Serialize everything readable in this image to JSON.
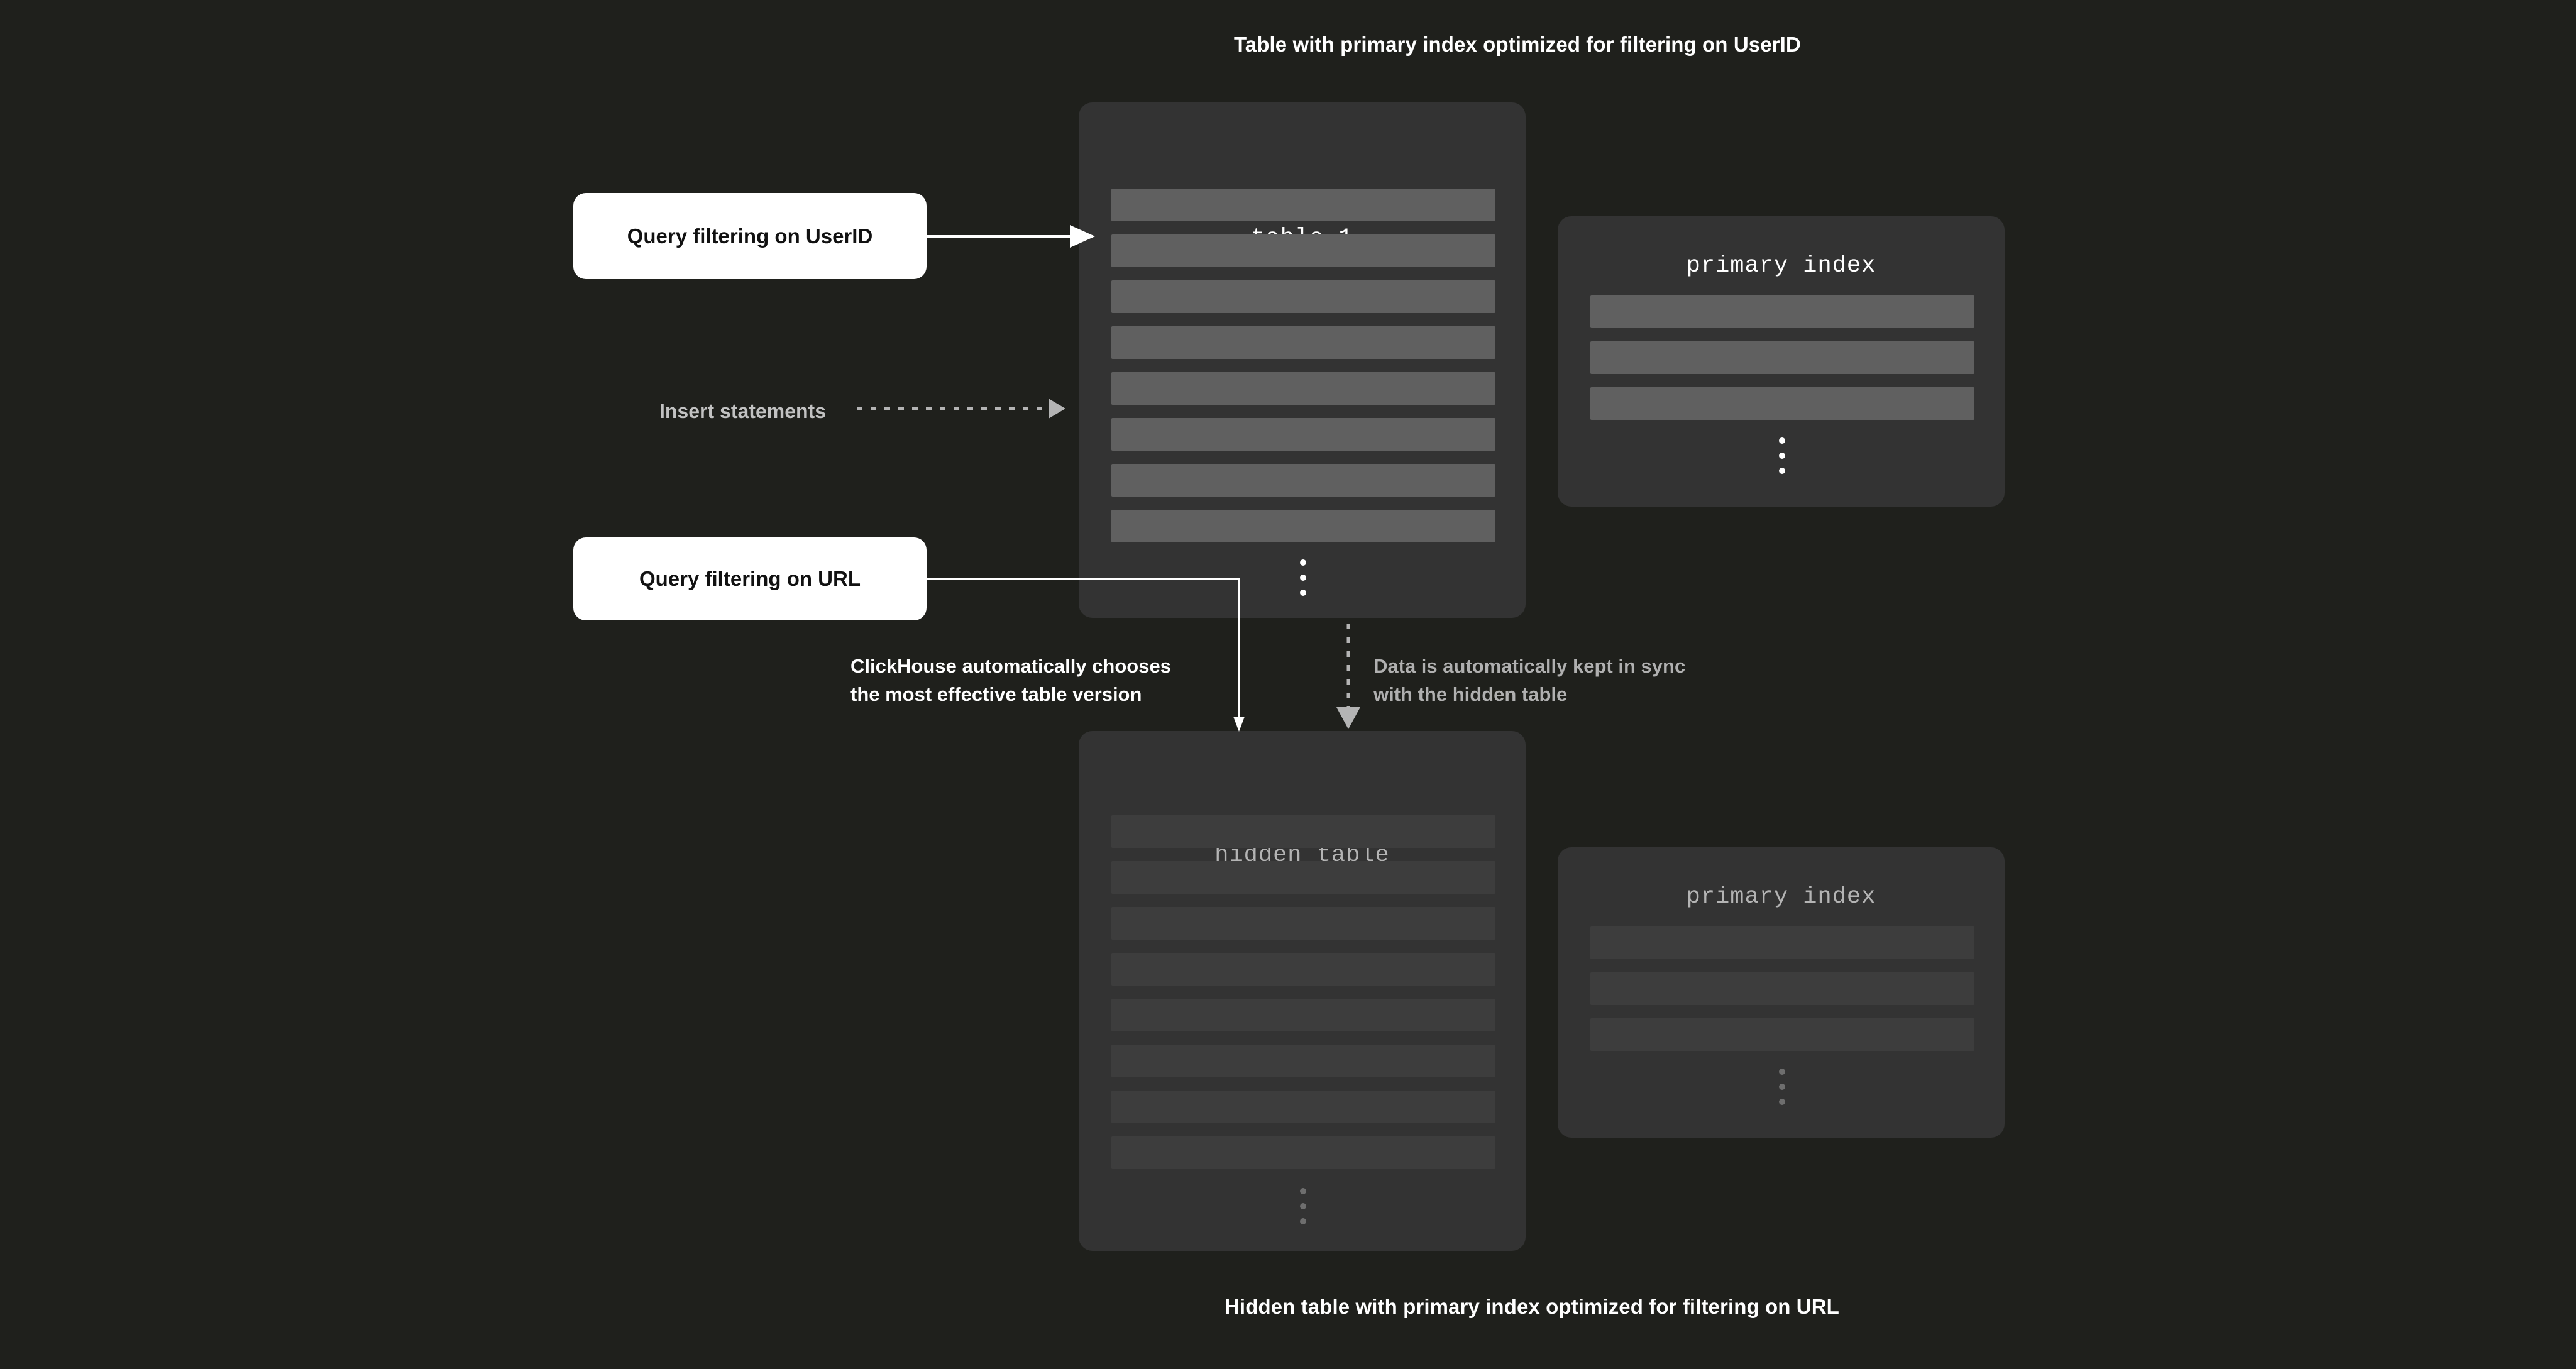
{
  "captions": {
    "top": "Table with primary index optimized for filtering on UserID",
    "bottom": "Hidden table with primary index optimized for filtering on URL"
  },
  "cards": {
    "table1": {
      "title": "table 1",
      "rows": 8,
      "ellipsis": "vertical-ellipsis"
    },
    "primary_index_top": {
      "title": "primary index",
      "rows": 3,
      "ellipsis": "vertical-ellipsis"
    },
    "hidden_table": {
      "title": "hidden table",
      "rows": 8,
      "ellipsis": "vertical-ellipsis"
    },
    "primary_index_bottom": {
      "title": "primary index",
      "rows": 3,
      "ellipsis": "vertical-ellipsis"
    }
  },
  "callouts": {
    "query_userid": "Query filtering on UserID",
    "query_url": "Query filtering on URL"
  },
  "annotations": {
    "insert_statements": "Insert statements",
    "chooses_line1": "ClickHouse automatically chooses",
    "chooses_line2": "the most effective table version",
    "sync_line1": "Data is automatically kept in sync",
    "sync_line2": "with the hidden table"
  },
  "icons": {
    "arrow_query_userid": "arrow-right-icon",
    "arrow_insert": "dashed-arrow-right-icon",
    "arrow_query_url": "elbow-arrow-down-icon",
    "arrow_sync": "dashed-arrow-down-icon"
  },
  "colors": {
    "background": "#1f201c",
    "card": "#333333",
    "row_bright": "#606060",
    "row_dim": "#3d3d3d",
    "callout_bg": "#ffffff",
    "callout_text": "#111111",
    "text_bright": "#ffffff",
    "text_dim": "#b0b0b0"
  }
}
